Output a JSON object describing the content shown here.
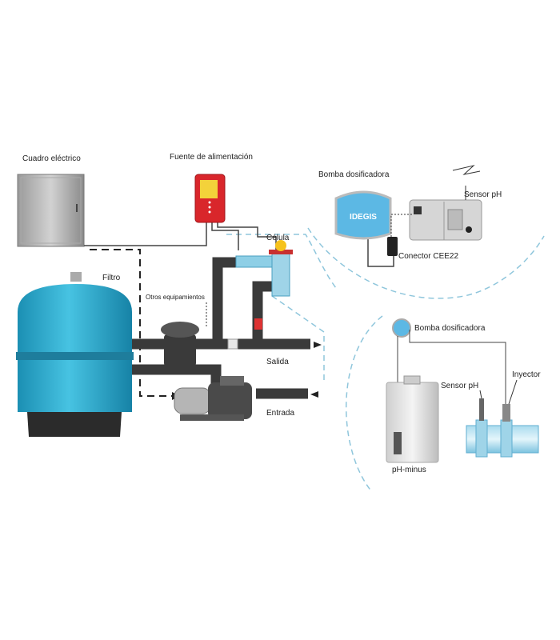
{
  "labels": {
    "cuadro": "Cuadro eléctrico",
    "fuente": "Fuente de alimentación",
    "bomba_top": "Bomba dosificadora",
    "sensor_top": "Sensor pH",
    "celula": "Célula",
    "filtro": "Filtro",
    "otros": "Otros equipamientos",
    "conector": "Conector CEE22",
    "salida": "Salida",
    "entrada": "Entrada",
    "bomba_bottom": "Bomba dosificadora",
    "sensor_bottom": "Sensor pH",
    "inyector": "Inyector",
    "phminus": "pH-minus"
  },
  "logo": "IDEGIS",
  "colors": {
    "pipe": "#3a3a3a",
    "tank": "#2aa6c8",
    "supply": "#d9262b",
    "dash": "#8fc6dc"
  }
}
